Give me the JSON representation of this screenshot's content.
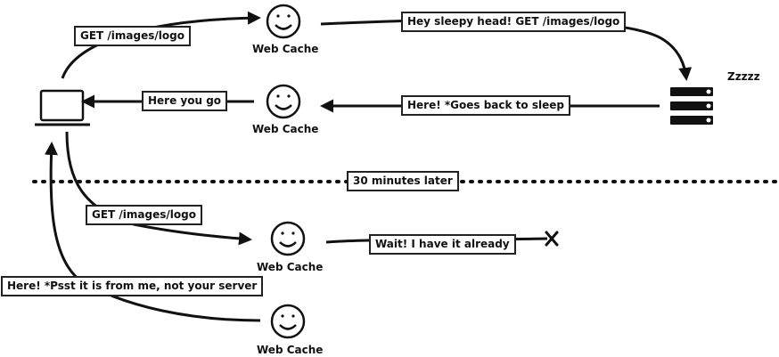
{
  "diagram": {
    "node_label": "Web Cache",
    "zzz": "Zzzzz",
    "time_marker": "30 minutes later",
    "edges": {
      "request": "GET /images/logo",
      "forward": "Hey sleepy head! GET /images/logo",
      "origin_reply": "Here! *Goes back to sleep",
      "reply": "Here you go",
      "request_later": "GET /images/logo",
      "cache_hit": "Wait! I have it already",
      "stale_reply": "Here! *Psst it is from me, not your server"
    }
  }
}
